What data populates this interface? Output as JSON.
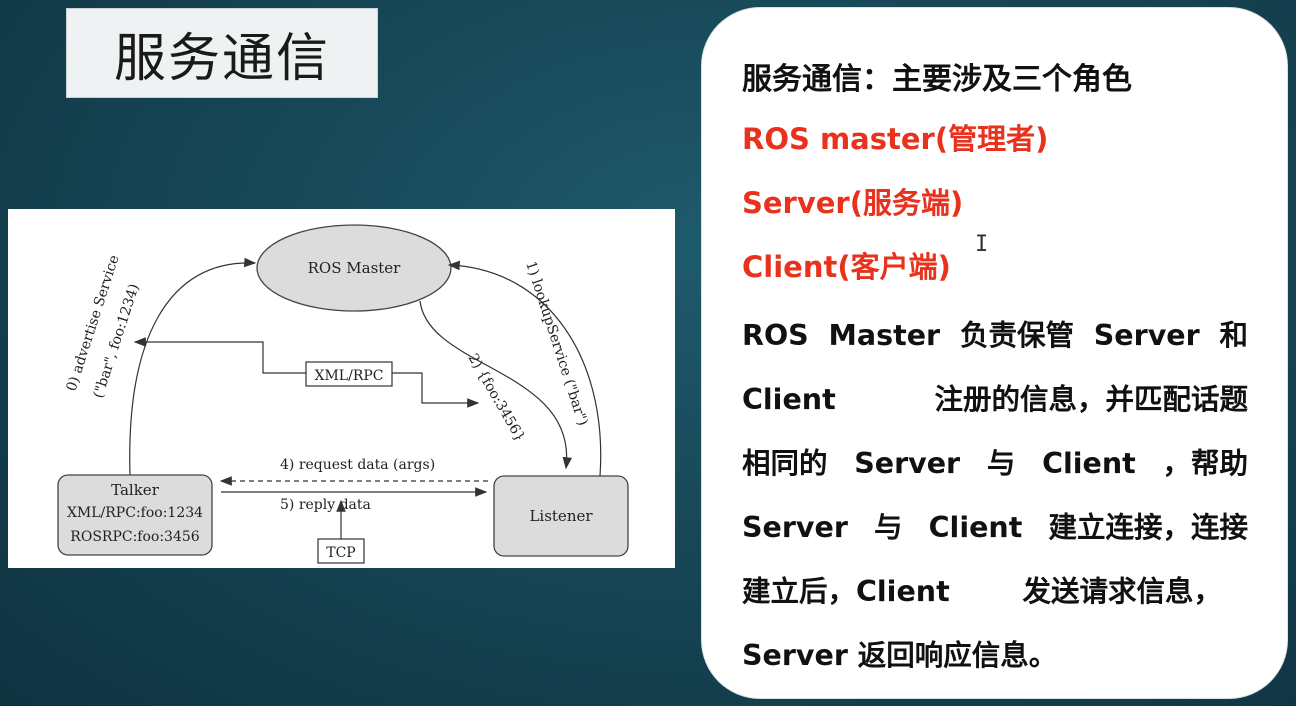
{
  "title": "服务通信",
  "diagram": {
    "ros_master": "ROS Master",
    "talker": {
      "name": "Talker",
      "line1": "XML/RPC:foo:1234",
      "line2": "ROSRPC:foo:3456"
    },
    "listener": "Listener",
    "xmlrpc": "XML/RPC",
    "tcp": "TCP",
    "step0": "0) advertise Service",
    "step0b": "(\"bar\", foo:1234)",
    "step1": "1) lookupService (\"bar\")",
    "step2": "2) {foo:3456}",
    "step4": "4) request data (args)",
    "step5": "5) reply data"
  },
  "card": {
    "heading": "服务通信：主要涉及三个角色",
    "roles": [
      "ROS master(管理者)",
      "Server(服务端)",
      "Client(客户端)"
    ],
    "lines": [
      [
        "ROS",
        "Master",
        "负责保管",
        "Server",
        "和"
      ],
      [
        "Client",
        "注册的信息，并匹配话题"
      ],
      [
        "相同的",
        "Server",
        "与",
        "Client",
        "，帮助"
      ],
      [
        "Server",
        "与",
        "Client",
        "建立连接，连接"
      ],
      [
        "建立后，Client",
        "发送请求信息，"
      ],
      [
        "Server 返回响应信息。"
      ]
    ]
  },
  "colors": {
    "accent_red": "#e8321e",
    "background": "#174757"
  }
}
